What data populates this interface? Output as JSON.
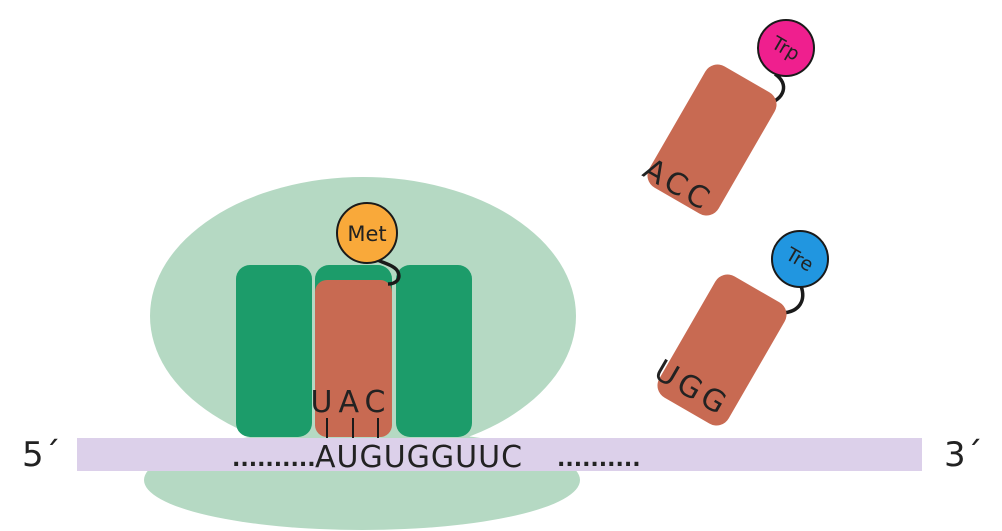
{
  "colors": {
    "ribosome_large": "#b5d9c3",
    "ribosome_small": "#b5d9c3",
    "ribosome_sites": "#1c9c6a",
    "trna_body": "#c86a52",
    "mrna_strand": "#dcd0ea",
    "met": "#f9a93a",
    "trp": "#ef1f8e",
    "tre": "#2196e0",
    "link": "#1a1a1a"
  },
  "mrna": {
    "five_prime": "5´",
    "three_prime": "3´",
    "left_dots": "..........",
    "sequence": "AUGUGGUUC",
    "right_dots": ".........."
  },
  "bound_trna": {
    "anticodon": "UAC",
    "amino_acid": "Met"
  },
  "free_trnas": [
    {
      "anticodon": "ACC",
      "amino_acid": "Trp"
    },
    {
      "anticodon": "UGG",
      "amino_acid": "Tre"
    }
  ]
}
